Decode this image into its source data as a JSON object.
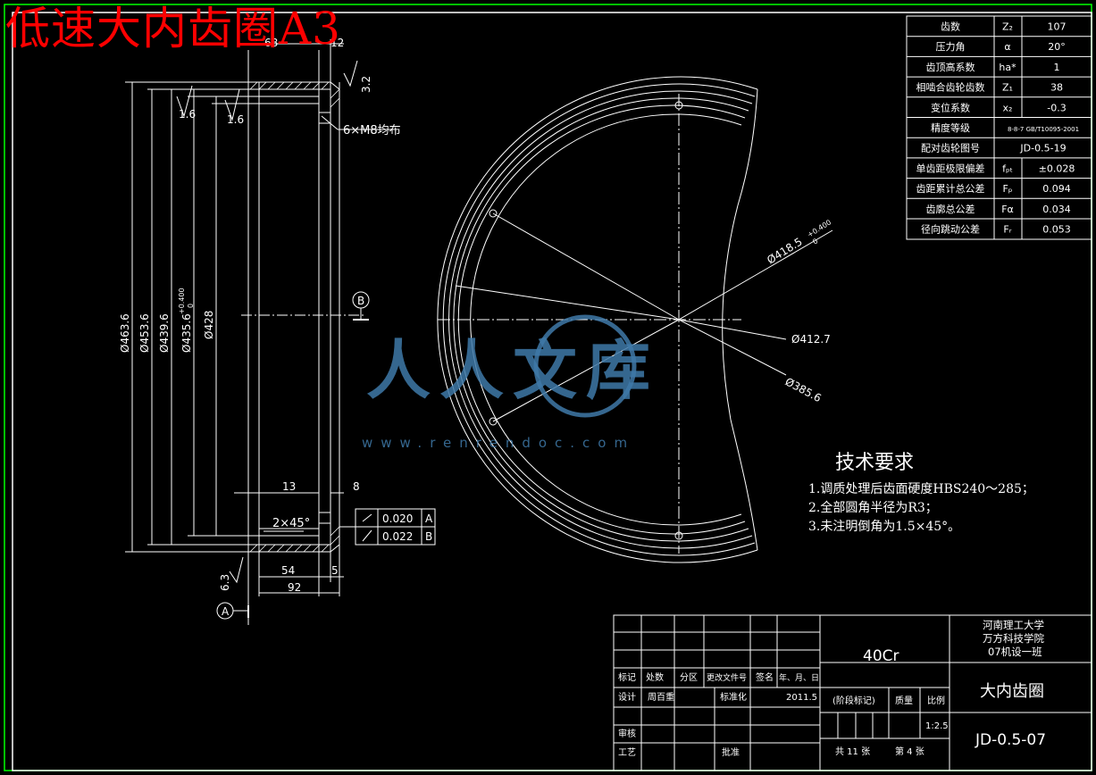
{
  "title": "低速大内齿圈A3",
  "gear_table": [
    {
      "name": "齿数",
      "sym": "Z₂",
      "val": "107"
    },
    {
      "name": "压力角",
      "sym": "α",
      "val": "20°"
    },
    {
      "name": "齿顶高系数",
      "sym": "ha*",
      "val": "1"
    },
    {
      "name": "相啮合齿轮齿数",
      "sym": "Z₁",
      "val": "38"
    },
    {
      "name": "变位系数",
      "sym": "x₂",
      "val": "-0.3"
    },
    {
      "name": "精度等级",
      "sym": "",
      "val": "8-8-7 GB/T10095-2001"
    },
    {
      "name": "配对齿轮图号",
      "sym": "",
      "val": "JD-0.5-19"
    },
    {
      "name": "单齿距极限偏差",
      "sym": "fₚₜ",
      "val": "±0.028"
    },
    {
      "name": "齿距累计总公差",
      "sym": "Fₚ",
      "val": "0.094"
    },
    {
      "name": "齿廓总公差",
      "sym": "Fα",
      "val": "0.034"
    },
    {
      "name": "径向跳动公差",
      "sym": "Fᵣ",
      "val": "0.053"
    }
  ],
  "tech_req": {
    "title": "技术要求",
    "items": [
      "1.调质处理后齿面硬度HBS240～285；",
      "2.全部圆角半径为R3；",
      "3.未注明倒角为1.5×45°。"
    ]
  },
  "dims": {
    "d1": "Ø463.6",
    "d2": "Ø453.6",
    "d3": "Ø439.6",
    "d4": "Ø435.6",
    "d4tol": "+0.400",
    "d4tol0": "0",
    "d5": "Ø428",
    "w68": "68",
    "w12": "12",
    "w13": "13",
    "w8": "8",
    "w54": "54",
    "w5": "5",
    "w92": "92",
    "r1": "1.6",
    "r2": "1.6",
    "r3": "3.2",
    "r4": "6.3",
    "holes": "6×M8均布",
    "chamfer": "2×45°",
    "datumA": "A",
    "datumB": "B",
    "tol1": "0.020",
    "tol2": "0.022",
    "c1": "Ø418.5",
    "c1tol": "+0.400",
    "c1tol0": "0",
    "c2": "Ø412.7",
    "c3": "Ø385.6"
  },
  "title_block": {
    "school1": "河南理工大学",
    "school2": "万方科技学院",
    "class": "07机设一班",
    "material": "40Cr",
    "part": "大内齿圈",
    "drawing_no": "JD-0.5-07",
    "h_mark": "标记",
    "h_count": "处数",
    "h_zone": "分区",
    "h_doc": "更改文件号",
    "h_sign": "签名",
    "h_date": "年、月、日",
    "design": "设计",
    "designer": "周百重",
    "std": "标准化",
    "date": "2011.5",
    "stage": "(阶段标记)",
    "weight": "质量",
    "scale_l": "比例",
    "scale": "1:2.5",
    "review": "审核",
    "process": "工艺",
    "approve": "批准",
    "total": "共 11 张",
    "sheet": "第 4 张"
  },
  "watermark": {
    "text": "人人文库",
    "url": "www.renrendoc.com"
  }
}
